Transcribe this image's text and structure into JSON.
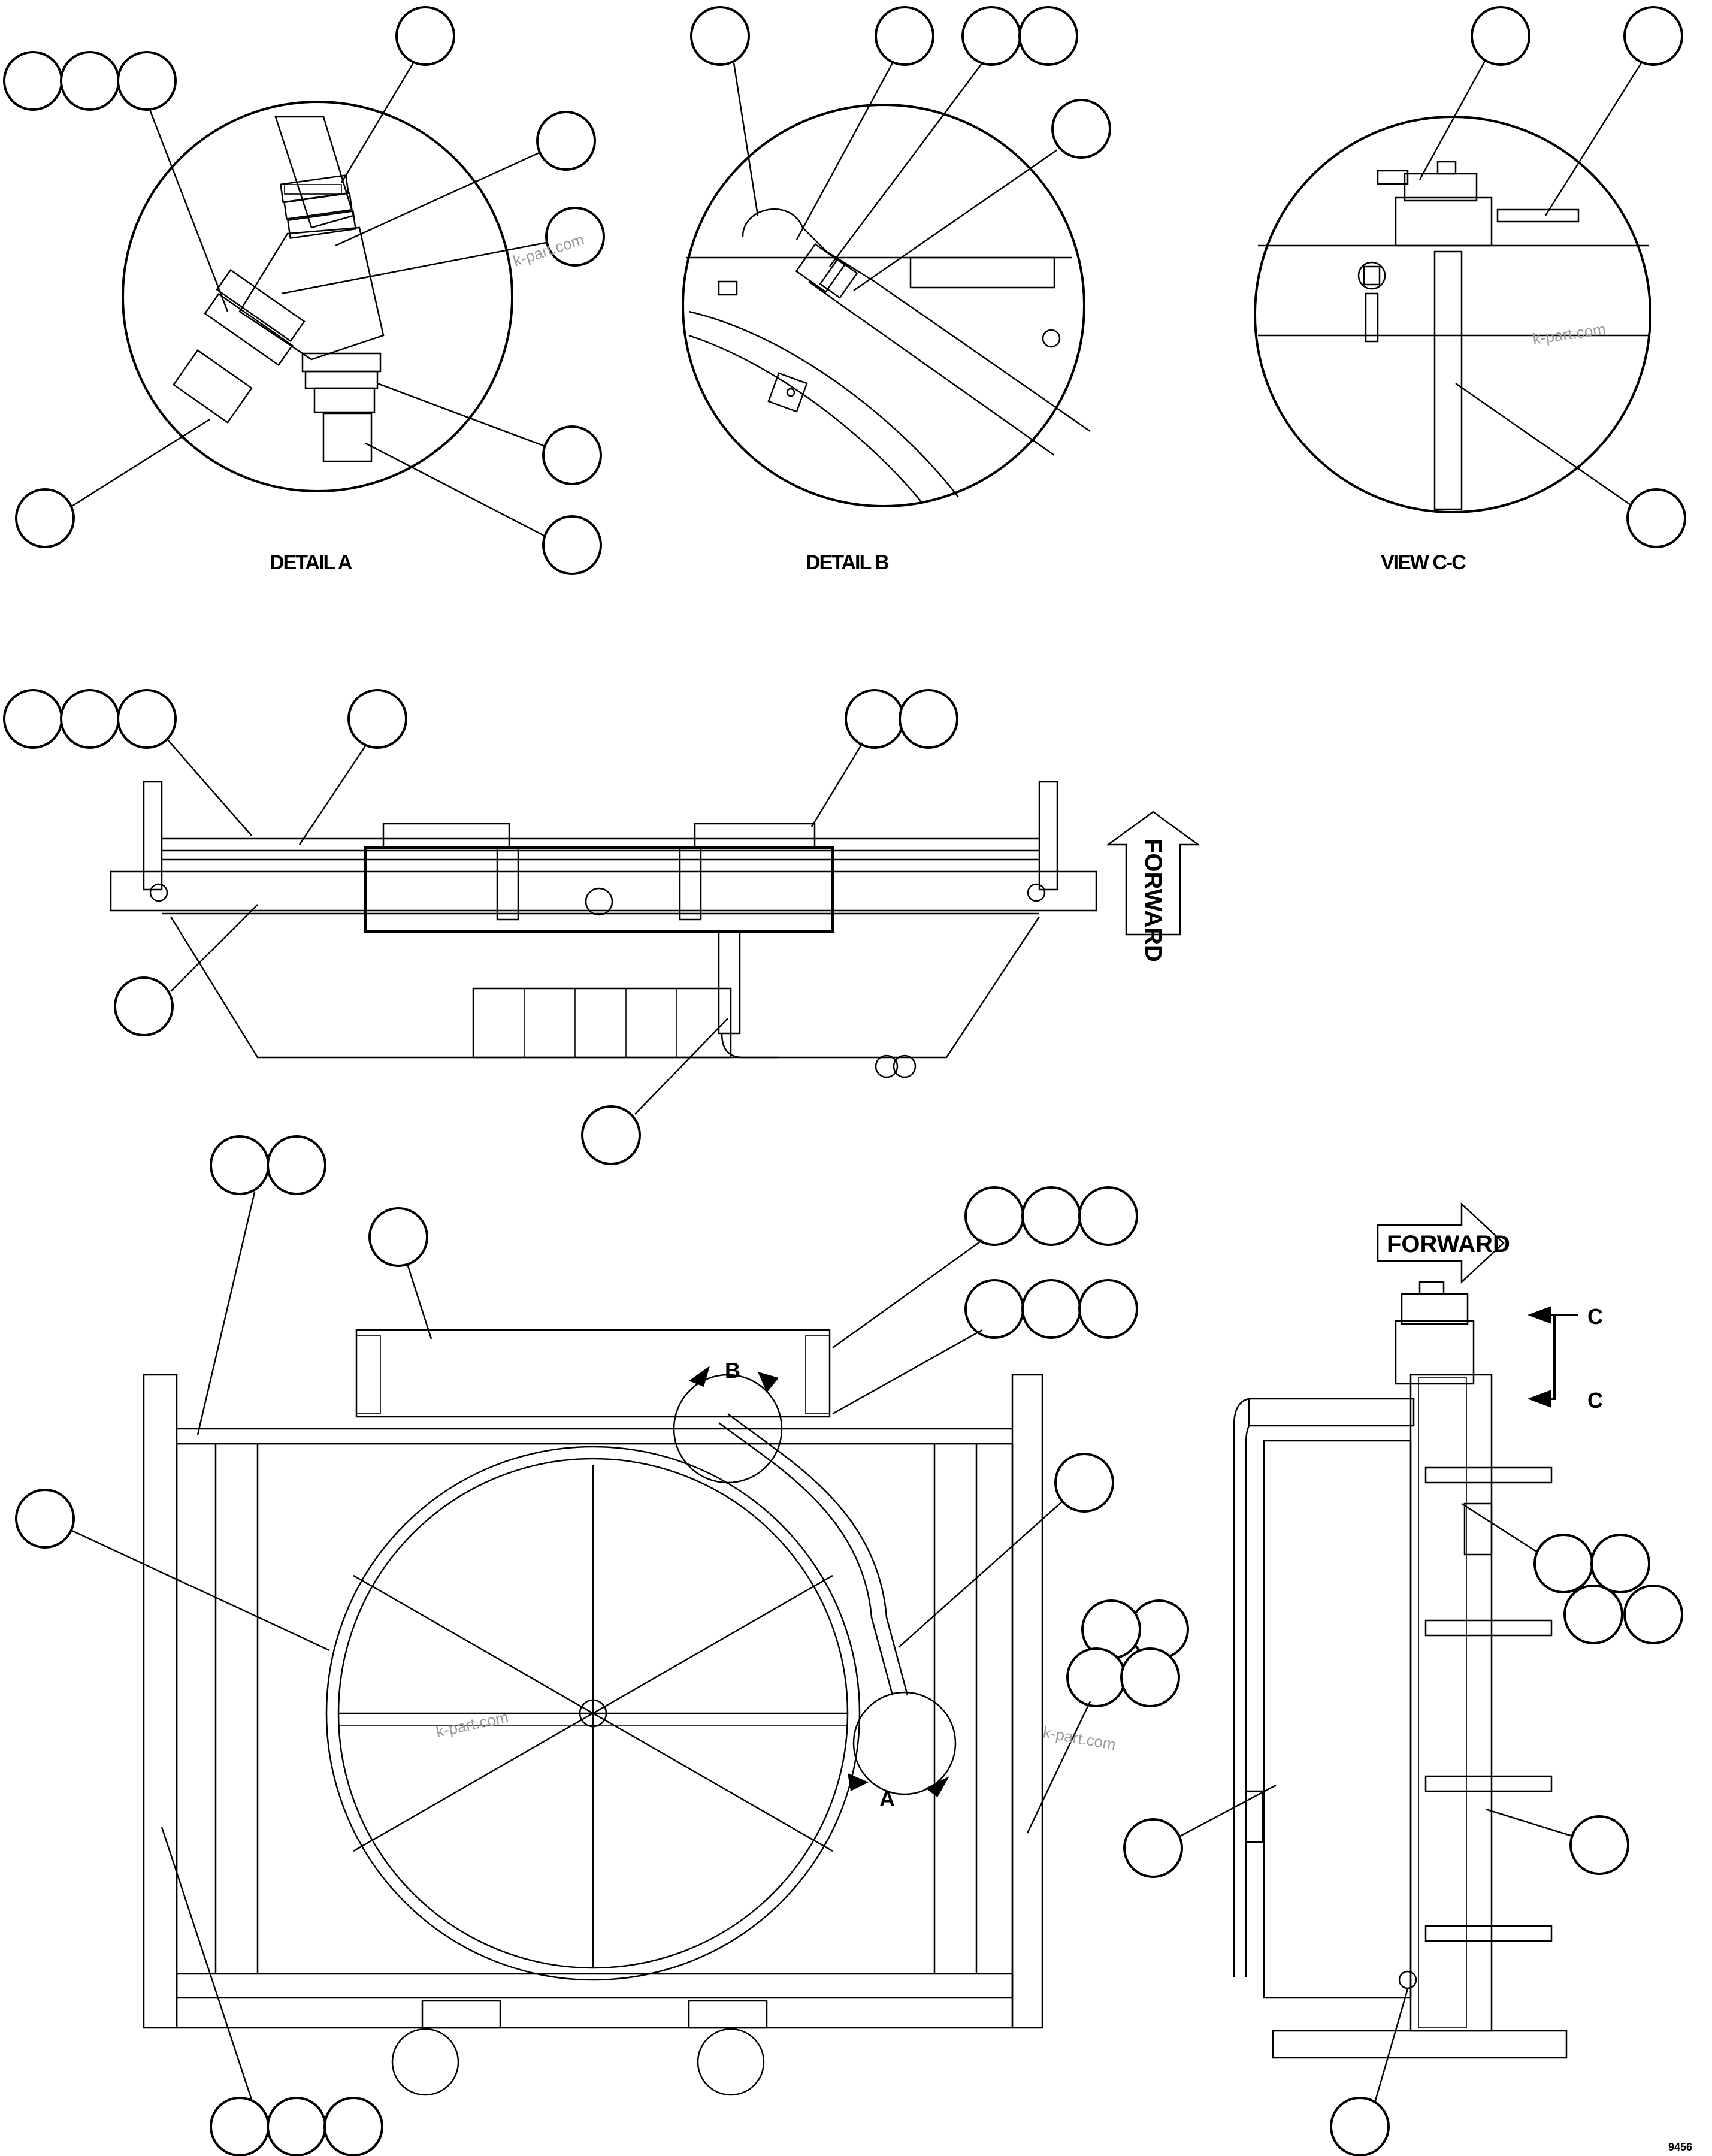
{
  "details": {
    "detail_a": "DETAIL A",
    "detail_b": "DETAIL B",
    "view_cc": "VIEW C-C"
  },
  "forward_label": "FORWARD",
  "section_markers": {
    "b": "B",
    "a": "A",
    "c": "C"
  },
  "watermark": "k-part.com",
  "drawing_number": "9456"
}
